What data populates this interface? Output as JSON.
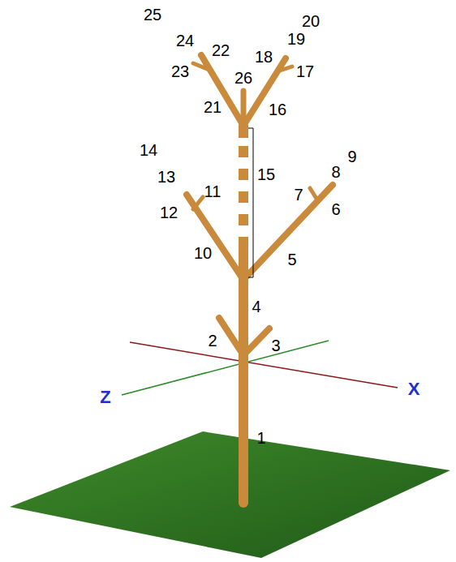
{
  "diagram": {
    "labels": [
      "25",
      "24",
      "22",
      "23",
      "18",
      "19",
      "20",
      "17",
      "26",
      "21",
      "16",
      "14",
      "13",
      "11",
      "12",
      "10",
      "7",
      "8",
      "9",
      "6",
      "15",
      "5",
      "4",
      "2",
      "3",
      "1",
      "Z",
      "X"
    ]
  }
}
